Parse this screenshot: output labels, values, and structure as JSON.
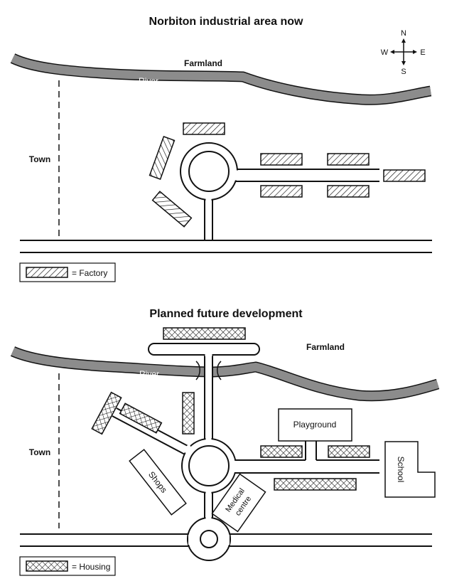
{
  "maps": [
    {
      "title": "Norbiton industrial area now",
      "labels": {
        "farmland": "Farmland",
        "river": "River",
        "town": "Town"
      },
      "legend": {
        "label": "= Factory"
      }
    },
    {
      "title": "Planned future development",
      "labels": {
        "farmland": "Farmland",
        "river": "River",
        "town": "Town",
        "playground": "Playground",
        "school": "School",
        "shops": "Shops",
        "medical_line1": "Medical",
        "medical_line2": "centre"
      },
      "legend": {
        "label": "= Housing"
      }
    }
  ],
  "compass": {
    "n": "N",
    "s": "S",
    "e": "E",
    "w": "W",
    "icon": "compass-rose-icon"
  },
  "colors": {
    "river": "#8c8c8c",
    "outline": "#111111",
    "background": "#ffffff"
  }
}
